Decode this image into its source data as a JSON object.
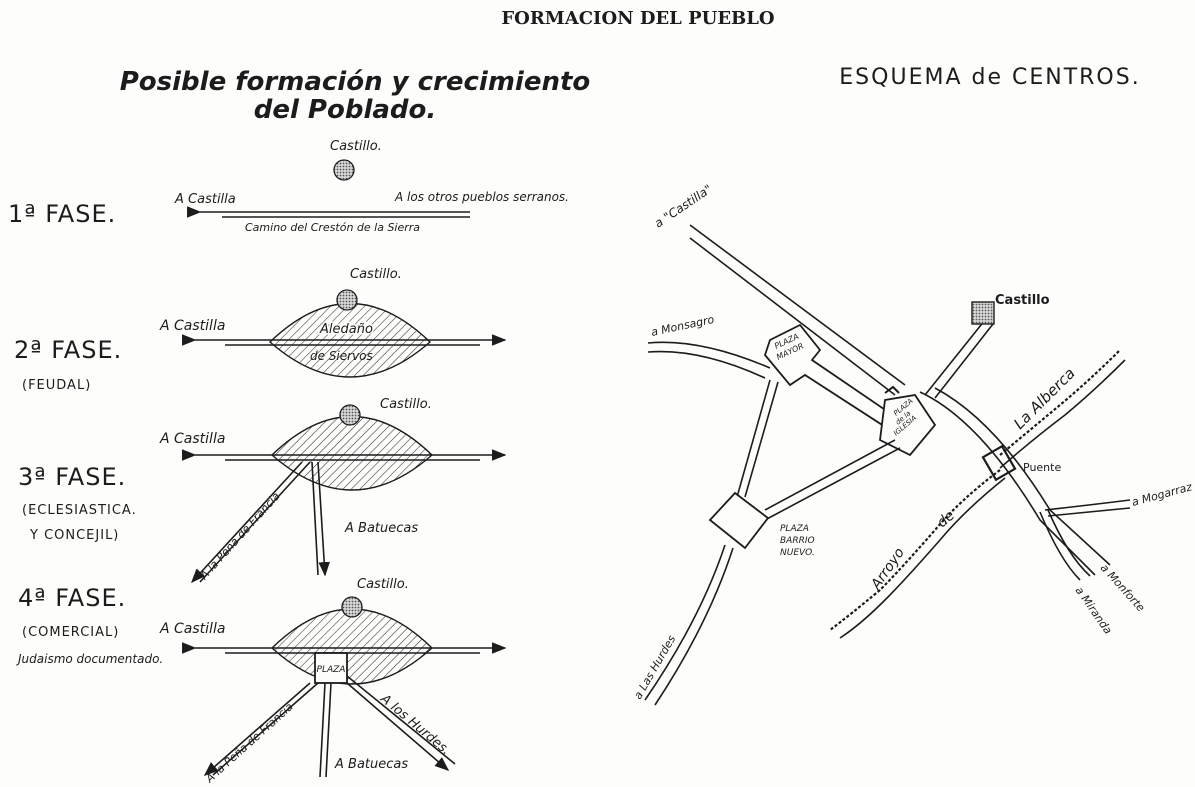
{
  "page_title": "FORMACION DEL PUEBLO",
  "left": {
    "heading_line1": "Posible formación y crecimiento",
    "heading_line2": "del Poblado.",
    "phases": [
      {
        "label": "1ª FASE.",
        "sub": "",
        "sub2": ""
      },
      {
        "label": "2ª FASE.",
        "sub": "(FEUDAL)",
        "sub2": ""
      },
      {
        "label": "3ª FASE.",
        "sub": "(ECLESIASTICA.",
        "sub2": "Y CONCEJIL)"
      },
      {
        "label": "4ª FASE.",
        "sub": "(COMERCIAL)",
        "sub2": "Judaismo documentado."
      }
    ],
    "castillo": "Castillo.",
    "a_castilla": "A  Castilla",
    "a_otros": "A los otros pueblos serranos.",
    "camino": "Camino  del  Crestón de la Sierra",
    "aledano": "Aledaño",
    "siervos": "de Siervos",
    "pena": "A la Peña de Francia",
    "batuecas": "A  Batuecas",
    "hurdes": "A los Hurdes.",
    "plaza": "PLAZA"
  },
  "right": {
    "heading": "ESQUEMA de CENTROS.",
    "a_castilla": "a \"Castilla\"",
    "a_monsagro": "a Monsagro",
    "castillo": "Castillo",
    "plaza_mayor_1": "PLAZA",
    "plaza_mayor_2": "MAYOR",
    "plaza_iglesia_1": "PLAZA",
    "plaza_iglesia_2": "de la",
    "plaza_iglesia_3": "IGLESIA",
    "la_alberca": "La  Alberca",
    "puente": "Puente",
    "a_mogarraz": "a Mogarraz",
    "a_monforte": "a Monforte",
    "a_miranda": "a Miranda",
    "arroyo": "Arroyo",
    "de": "de",
    "plaza_barrio_1": "PLAZA",
    "plaza_barrio_2": "BARRIO",
    "plaza_barrio_3": "NUEVO.",
    "a_las_hurdes": "a Las Hurdes"
  }
}
